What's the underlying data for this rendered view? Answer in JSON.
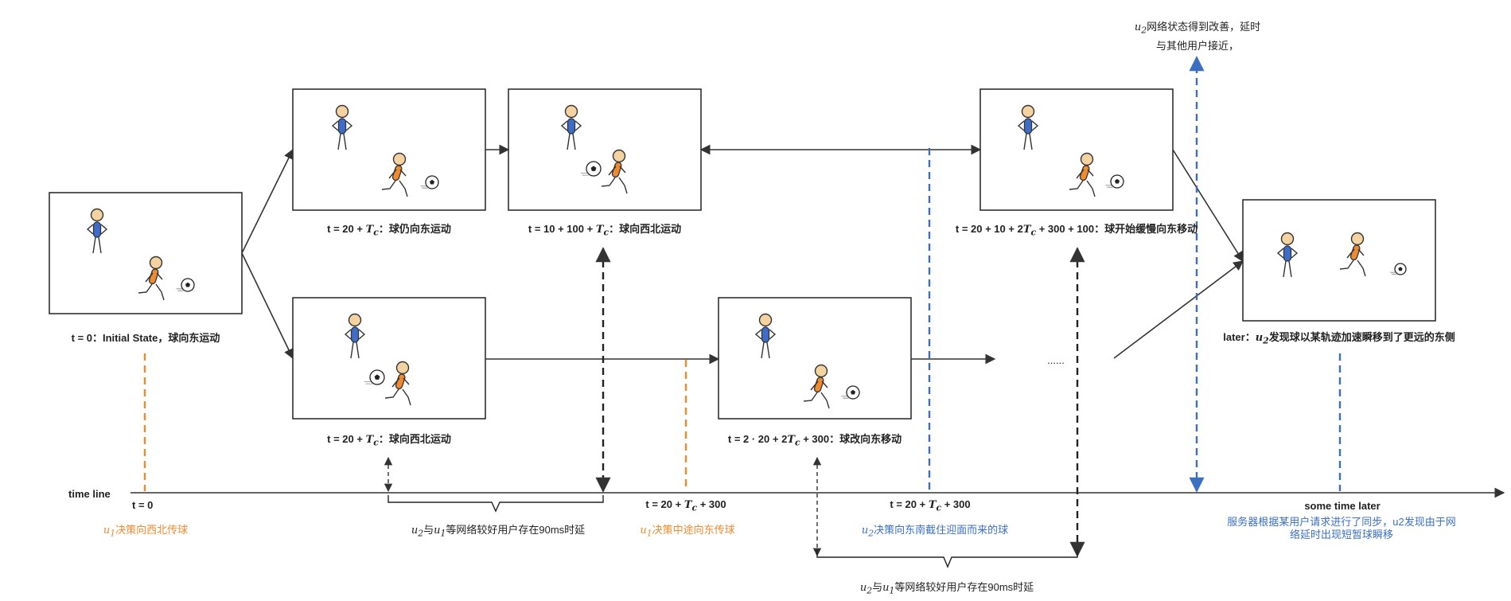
{
  "colors": {
    "orange": "#f08a2e",
    "blue": "#3a6fc4",
    "line": "#333333"
  },
  "icons": {
    "player": "stick-figure-icon",
    "ball": "soccer-ball-icon"
  },
  "labels": {
    "s0": {
      "pre": "t = 0：",
      "post": "Initial State，球向东运动"
    },
    "u1": {
      "pre": "t = 20 + ",
      "var": "T",
      "sub": "c",
      "post": "：球仍向东运动"
    },
    "u2": {
      "pre": "t = 10 + 100 + ",
      "var": "T",
      "sub": "c",
      "post": "：球向西北运动"
    },
    "u3": {
      "pre": "t = 20 + 10 + 2",
      "var": "T",
      "sub": "c",
      "post": " + 300 + 100：球开始缓慢向东移动"
    },
    "l1": {
      "pre": "t = 20 + ",
      "var": "T",
      "sub": "c",
      "post": "：球向西北运动"
    },
    "l2": {
      "pre": "t = 2 · 20 + 2",
      "var": "T",
      "sub": "c",
      "post": " + 300：球改向东移动"
    },
    "fin": {
      "pre": "later：",
      "var": "u",
      "sub": "2",
      "post": "发现球以某轨迹加速瞬移到了更远的东侧"
    },
    "dots": "......"
  },
  "timeline": {
    "label": "time line",
    "t0": "t = 0",
    "t1": {
      "pre": "t = 20 + ",
      "var": "T",
      "sub": "c",
      "post": " + 300"
    },
    "t2": {
      "pre": "t = 20 + ",
      "var": "T",
      "sub": "c",
      "post": " + 300"
    },
    "later": "some time later"
  },
  "annotations": {
    "u1_nw": {
      "var": "u",
      "sub": "1",
      "post": "决策向西北传球"
    },
    "u1_east": {
      "var": "u",
      "sub": "1",
      "post": "决策中途向东传球"
    },
    "u2_se": {
      "var": "u",
      "sub": "2",
      "post": "决策向东南截住迎面而来的球"
    },
    "delay1": {
      "v1": "u",
      "s1": "2",
      "mid": "与",
      "v2": "u",
      "s2": "1",
      "post": "等网络较好用户存在90ms时延"
    },
    "delay2": {
      "v1": "u",
      "s1": "2",
      "mid": "与",
      "v2": "u",
      "s2": "1",
      "post": "等网络较好用户存在90ms时延"
    },
    "net_top": {
      "var": "u",
      "sub": "2",
      "post": "网络状态得到改善，延时与其他用户接近，"
    },
    "server_sync": "服务器根据某用户请求进行了同步，u2发现由于网络延时出现短暂球瞬移"
  }
}
